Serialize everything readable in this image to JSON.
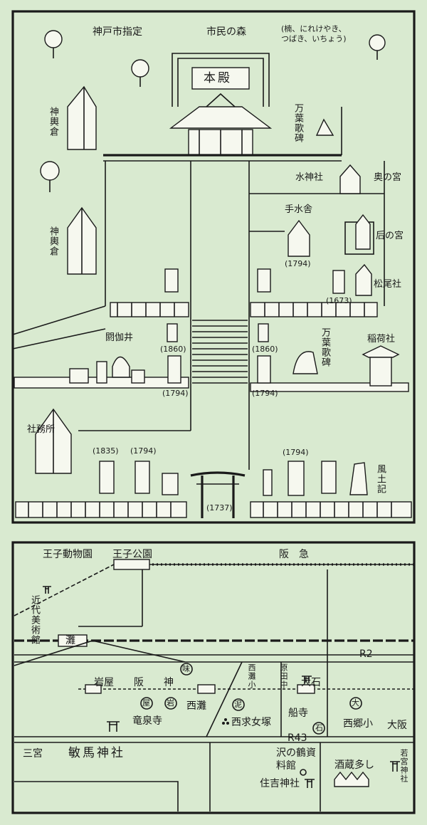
{
  "shrine_map": {
    "designation": "神戸市指定",
    "forest": "市民の森",
    "trees_note": "(楠、にれけやき、\nつばき、いちょう)",
    "honden": "本殿",
    "manyo_kahi_top": "万葉歌碑",
    "shinyogura_1": "神輿倉",
    "shinyogura_2": "神輿倉",
    "suijinja": "水神社",
    "okunomiya": "奥の宮",
    "temizusha": "手水舎",
    "temizusha_year": "(1794)",
    "kisakinomiya": "后の宮",
    "matsuosha": "松尾社",
    "year_1673": "(1673)",
    "akaishi": "閼伽井",
    "year_1860_left": "(1860)",
    "year_1860_right": "(1860)",
    "manyo_kahi_mid": "万葉歌碑",
    "inarisha": "稲荷社",
    "year_1794_left": "(1794)",
    "year_1794_right": "(1794)",
    "shamusho": "社務所",
    "year_1835": "(1835)",
    "year_1794_bottom_left": "(1794)",
    "year_1794_bottom_right": "(1794)",
    "torii_year": "(1737)",
    "fudoki": "風土記"
  },
  "area_map": {
    "oji_zoo": "王子動物園",
    "oji_koen": "王子公園",
    "hankyu": "阪　急",
    "kindai_museum": "近代美術館",
    "nada": "灘",
    "r2": "R2",
    "iwaya_hanshin": "岩屋　　阪　　神",
    "mi": "味",
    "nishinada_sho": "西灘小",
    "harada_chu": "原田中",
    "oishi": "大石",
    "iwa": "岩",
    "ya": "屋",
    "nishinada": "西灘",
    "sawa": "泥",
    "dai": "大",
    "senjiji": "竜泉寺",
    "nishimotome": "西求女塚",
    "funadera": "船寺",
    "nishigo_sho": "西郷小",
    "osaka": "大阪",
    "r43": "R43",
    "ishi": "石",
    "sannomiya": "三宮",
    "toshime_jinja": "敏馬神社",
    "sawanotsuru": "沢の鶴資料館",
    "sakagura": "酒蔵多し",
    "wakamiya": "若宮神社",
    "sumiyoshi": "住吉神社"
  },
  "colors": {
    "background": "#d9ead0",
    "ink": "#1a1a1a"
  },
  "icons": [
    "tree-icon",
    "stone-lantern-icon",
    "torii-icon",
    "shrine-icon",
    "school-icon",
    "temple-icon",
    "museum-icon"
  ]
}
